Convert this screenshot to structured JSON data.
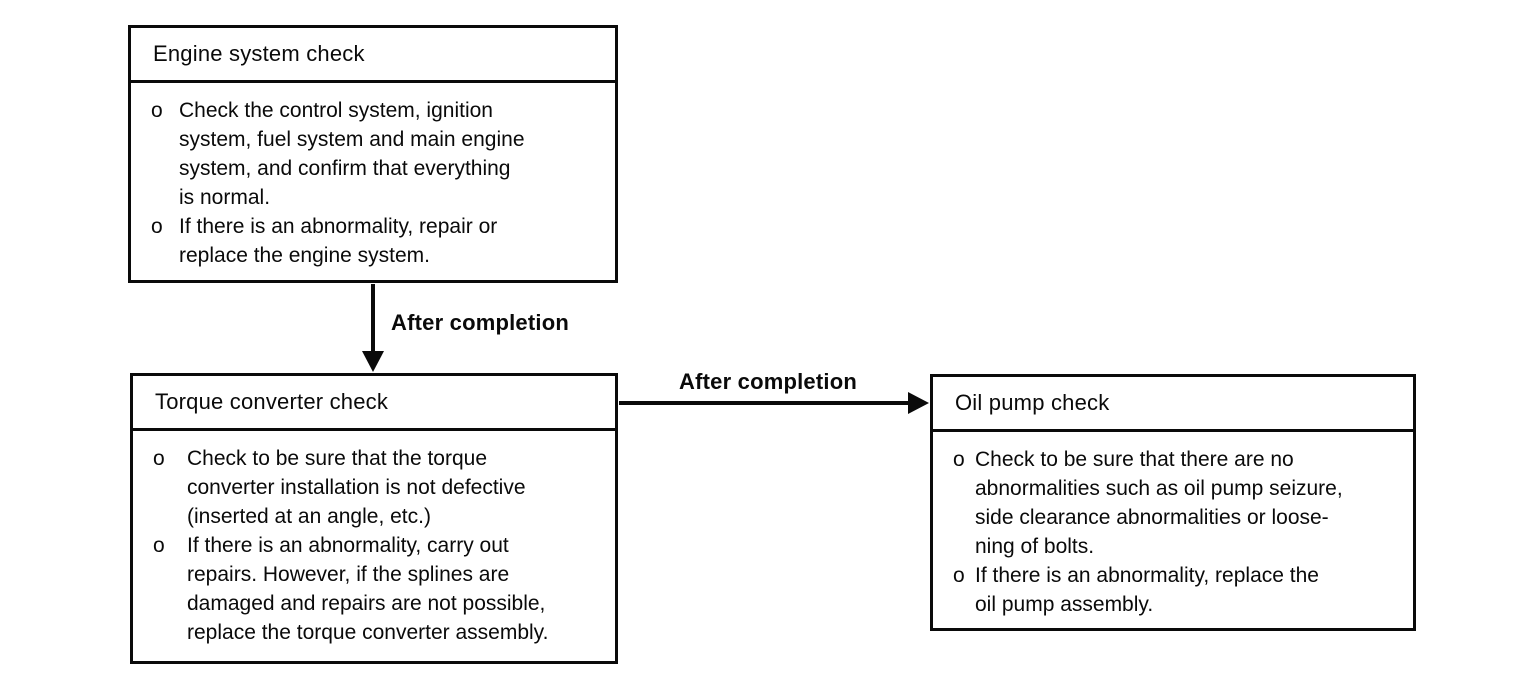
{
  "diagram": {
    "bullet": "o",
    "nodes": [
      {
        "id": "engine-system-check",
        "title": "Engine system check",
        "items": [
          "Check the control system, ignition\nsystem, fuel system and main engine\nsystem, and confirm that everything\nis normal.",
          "If there is an abnormality, repair or\nreplace the engine system."
        ]
      },
      {
        "id": "torque-converter-check",
        "title": "Torque converter check",
        "items": [
          "Check to be sure that the torque\nconverter installation is not defective\n(inserted at an angle, etc.)",
          "If there is an abnormality, carry out\nrepairs. However, if the splines are\ndamaged and repairs are not possible,\nreplace the torque converter assembly."
        ]
      },
      {
        "id": "oil-pump-check",
        "title": "Oil pump check",
        "items": [
          "Check to be sure that there are no\nabnormalities such as oil pump seizure,\nside clearance abnormalities or loose-\nning of bolts.",
          "If there is an abnormality, replace the\noil pump assembly."
        ]
      }
    ],
    "edges": [
      {
        "from": "engine-system-check",
        "to": "torque-converter-check",
        "label": "After completion"
      },
      {
        "from": "torque-converter-check",
        "to": "oil-pump-check",
        "label": "After completion"
      }
    ],
    "ink_color": "#0a0a0a",
    "background_color": "#ffffff"
  }
}
